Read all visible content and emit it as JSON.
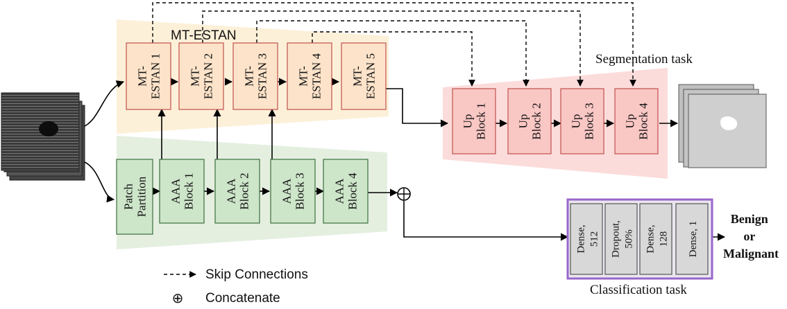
{
  "encoder": {
    "title": "MT-ESTAN",
    "mt_blocks": [
      {
        "line1": "MT-",
        "line2": "ESTAN 1"
      },
      {
        "line1": "MT-",
        "line2": "ESTAN 2"
      },
      {
        "line1": "MT-",
        "line2": "ESTAN 3"
      },
      {
        "line1": "MT-",
        "line2": "ESTAN 4"
      },
      {
        "line1": "MT-",
        "line2": "ESTAN 5"
      }
    ],
    "patch": {
      "line1": "Patch",
      "line2": "Partition"
    },
    "aaa_blocks": [
      {
        "line1": "AAA",
        "line2": "Block 1"
      },
      {
        "line1": "AAA",
        "line2": "Block 2"
      },
      {
        "line1": "AAA",
        "line2": "Block 3"
      },
      {
        "line1": "AAA",
        "line2": "Block 4"
      }
    ]
  },
  "segmentation": {
    "title": "Segmentation task",
    "up_blocks": [
      {
        "line1": "Up",
        "line2": "Block 1"
      },
      {
        "line1": "Up",
        "line2": "Block 2"
      },
      {
        "line1": "Up",
        "line2": "Block 3"
      },
      {
        "line1": "Up",
        "line2": "Block 4"
      }
    ]
  },
  "classification": {
    "title": "Classification task",
    "layers": [
      {
        "line1": "Dense,",
        "line2": "512"
      },
      {
        "line1": "Dropout,",
        "line2": "50%"
      },
      {
        "line1": "Dense,",
        "line2": "128"
      },
      {
        "line1": "Dense, 1",
        "line2": ""
      }
    ],
    "output": {
      "line1": "Benign",
      "line2": "or",
      "line3": "Malignant"
    }
  },
  "legend": {
    "skip": "Skip Connections",
    "concat": "Concatenate",
    "concat_symbol": "⊕"
  },
  "colors": {
    "mt_fill": "#fde3c9",
    "mt_stroke": "#c0504d",
    "aaa_fill": "#cde5c9",
    "aaa_stroke": "#3c6e3c",
    "up_fill": "#f9c7c4",
    "up_stroke": "#c0504d",
    "cls_fill": "#d8d8d8",
    "cls_border": "#9966cc"
  }
}
